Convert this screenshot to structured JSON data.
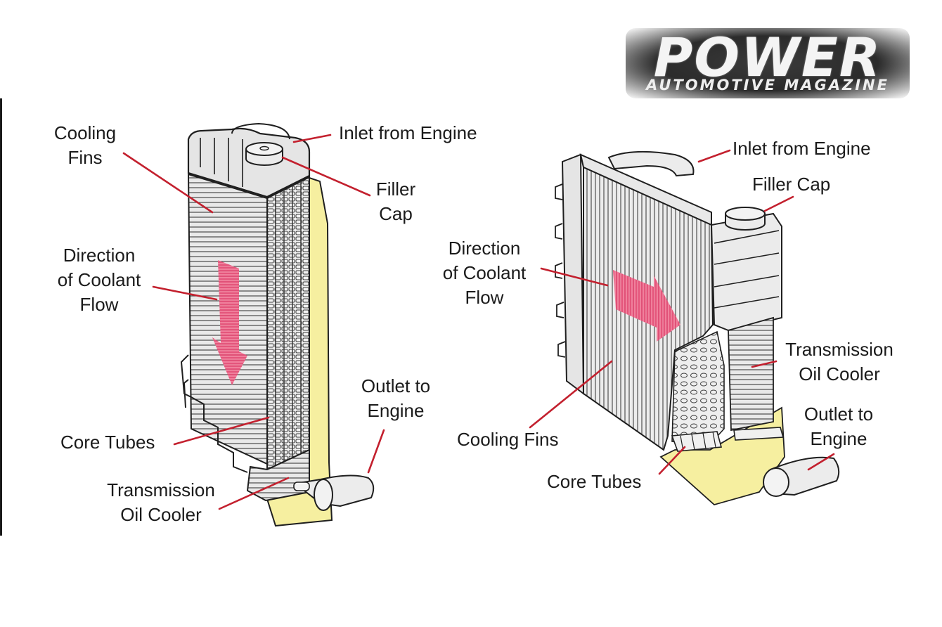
{
  "logo": {
    "word": "POWER",
    "subtitle": "AUTOMOTIVE MAGAZINE"
  },
  "colors": {
    "leader": "#c3202e",
    "flow_arrow": "#e8547a",
    "yellow_panel": "#f6efa0",
    "outline": "#1f1f1f",
    "body_fill": "#e7e7e7"
  },
  "left_diagram": {
    "labels": {
      "cooling_fins": [
        "Cooling",
        "Fins"
      ],
      "inlet": "Inlet from Engine",
      "filler_cap": [
        "Filler",
        "Cap"
      ],
      "direction": [
        "Direction",
        "of Coolant",
        "Flow"
      ],
      "outlet": [
        "Outlet to",
        "Engine"
      ],
      "core_tubes": "Core Tubes",
      "oil_cooler": [
        "Transmission",
        "Oil Cooler"
      ]
    }
  },
  "right_diagram": {
    "labels": {
      "inlet": "Inlet from Engine",
      "filler_cap": "Filler Cap",
      "direction": [
        "Direction",
        "of Coolant",
        "Flow"
      ],
      "oil_cooler": [
        "Transmission",
        "Oil Cooler"
      ],
      "outlet": [
        "Outlet to",
        "Engine"
      ],
      "cooling_fins": "Cooling Fins",
      "core_tubes": "Core Tubes"
    }
  }
}
